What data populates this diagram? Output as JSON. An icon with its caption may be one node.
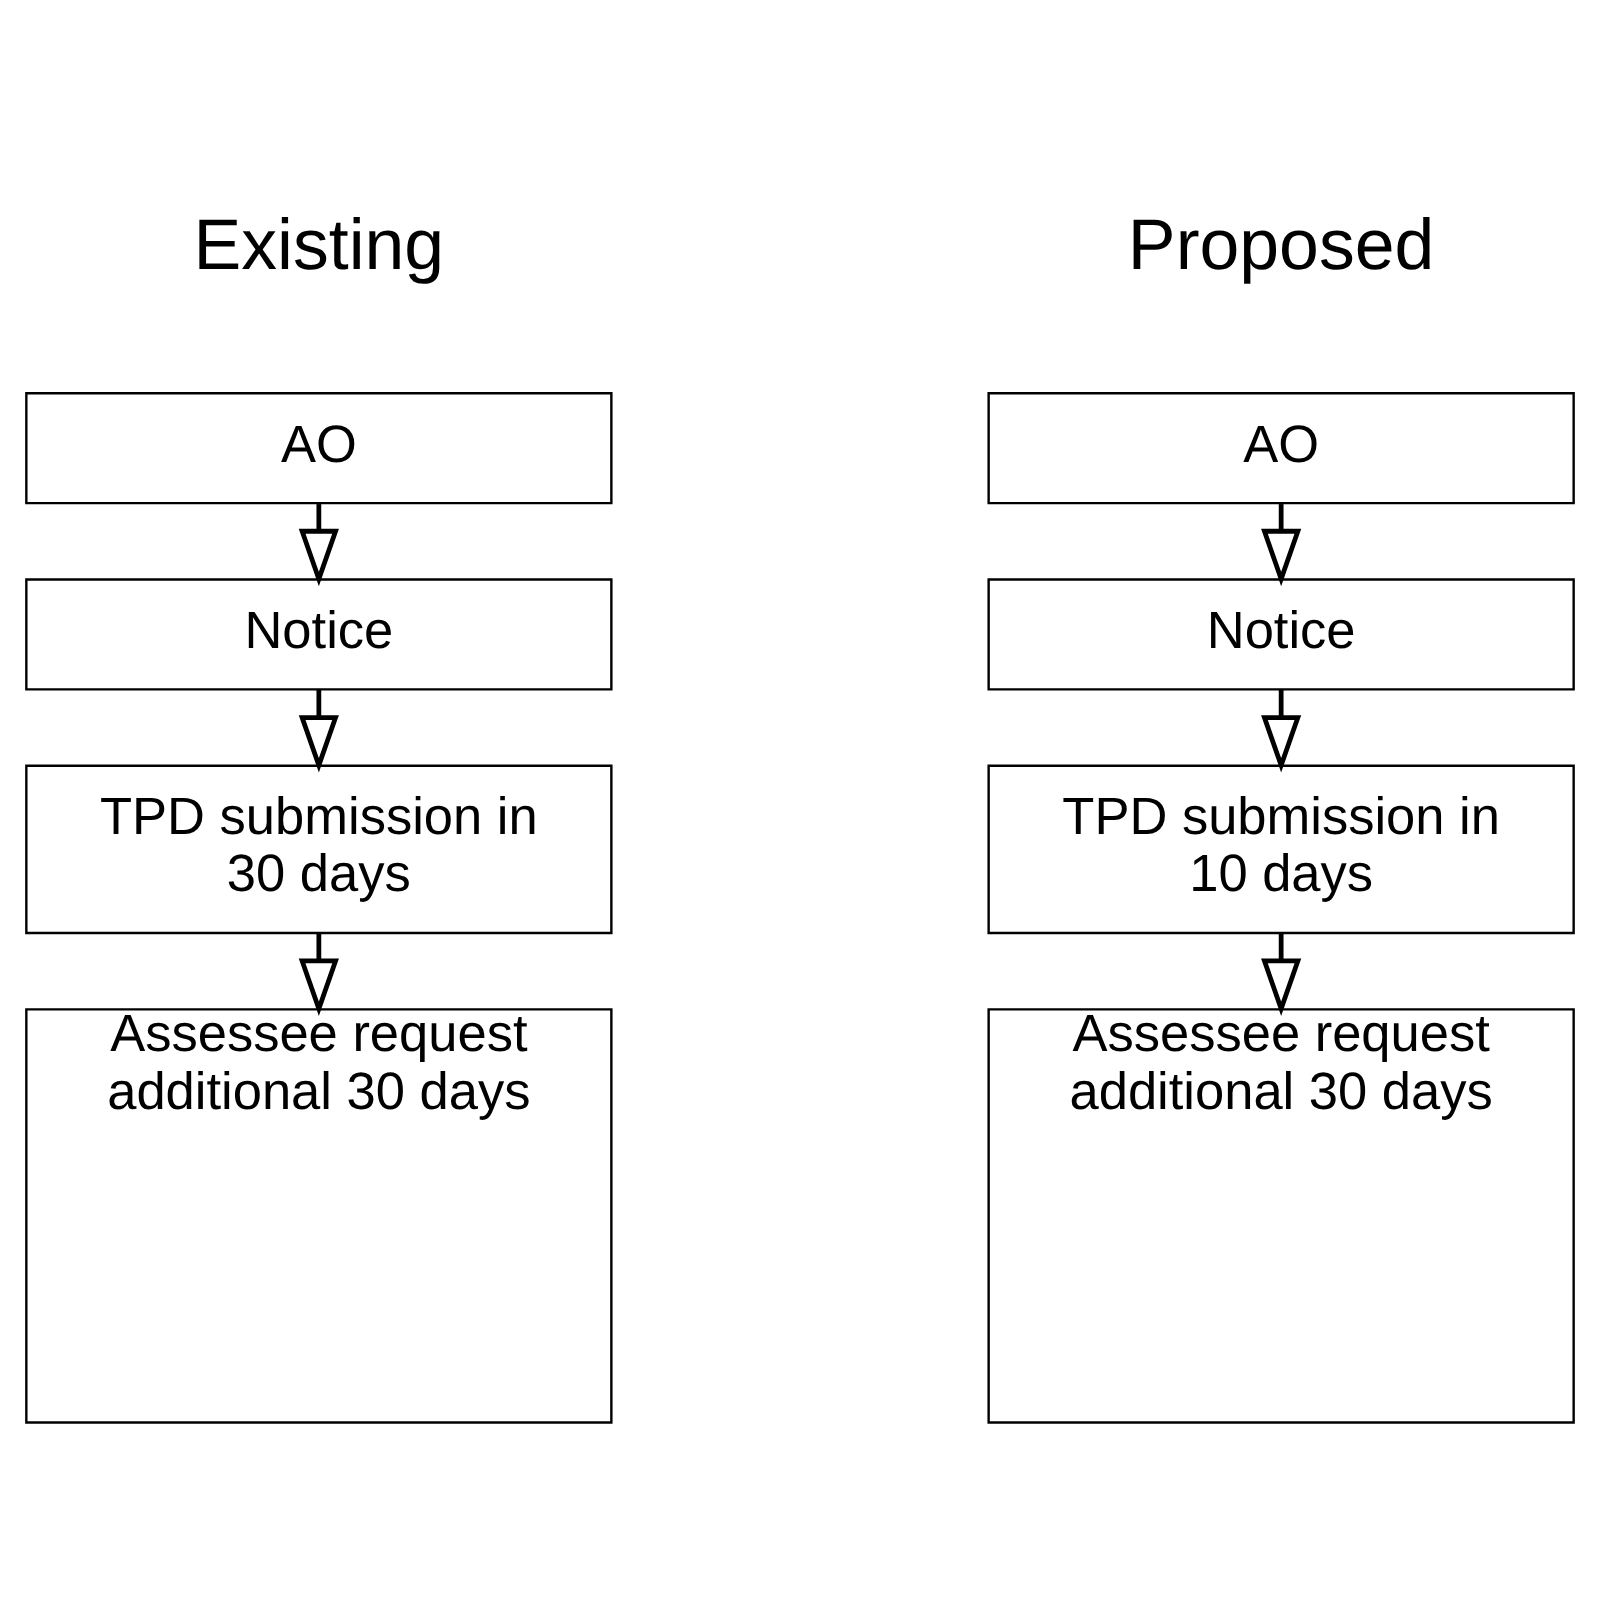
{
  "diagram": {
    "nodes": [
      {
        "text": [
          "AO"
        ]
      },
      {
        "text": [
          "Notice"
        ]
      },
      {
        "text": [
          "TPD submission in 30 days"
        ]
      },
      {
        "text": [
          "Assessee request additional 30 days"
        ]
      },
      {
        "text": [
          "AO"
        ]
      },
      {
        "text": [
          "Notice"
        ]
      },
      {
        "text": [
          "TPD submission in 10 days"
        ]
      },
      {
        "text": [
          "Assessee request additional 30 days"
        ]
      }
    ],
    "edges": [
      {
        "from": 0,
        "to": 1,
        "arrow": "to"
      },
      {
        "from": 1,
        "to": 2,
        "arrow": "to"
      },
      {
        "from": 2,
        "to": 3,
        "arrow": "to"
      },
      {
        "from": 4,
        "to": 5,
        "arrow": "to"
      },
      {
        "from": 5,
        "to": 6,
        "arrow": "to"
      },
      {
        "from": 6,
        "to": 7,
        "arrow": "to"
      }
    ],
    "labels": [
      "Existing",
      "Proposed"
    ]
  }
}
